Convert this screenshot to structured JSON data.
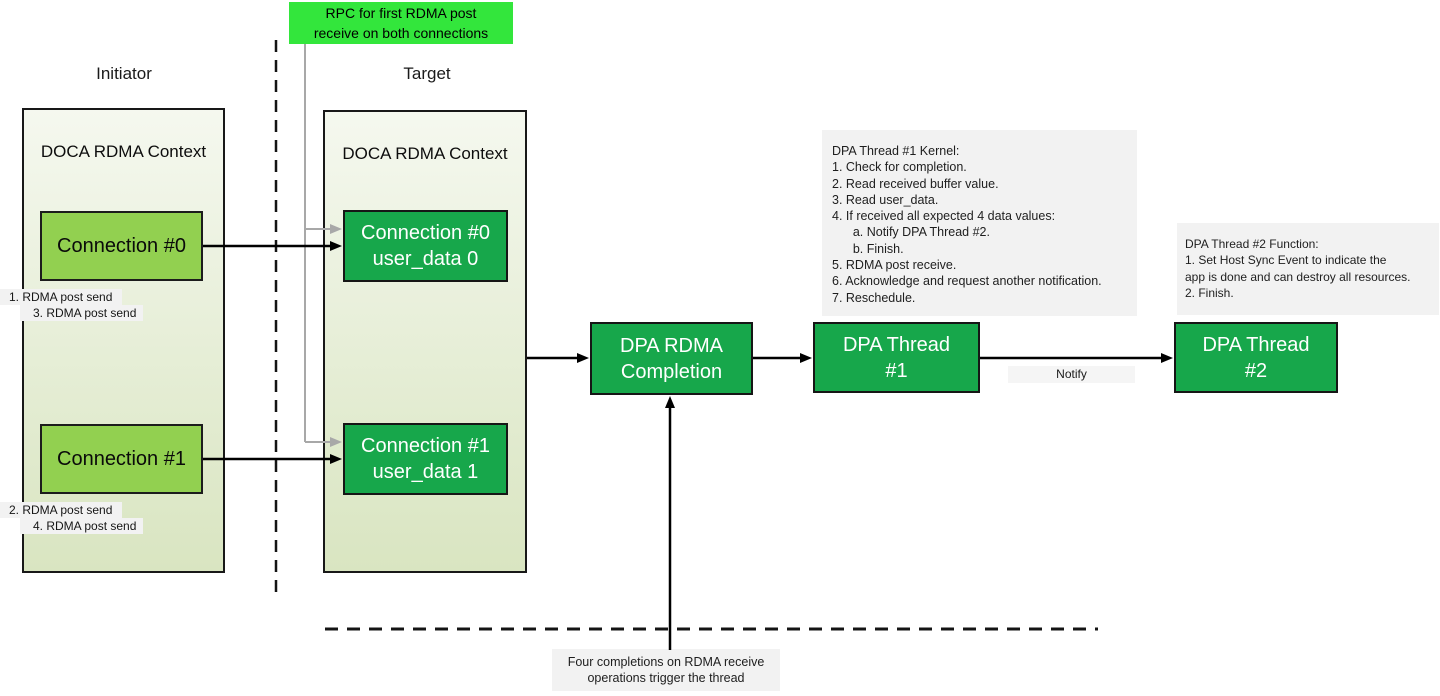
{
  "colors": {
    "initiator-green": "#92d050",
    "target-green": "#17a74b",
    "tooltip-green": "#33e63c",
    "note-bg": "#f2f2f2",
    "ctx-top": "#f5f8ef",
    "ctx-bottom": "#d9e5c1",
    "line-gray": "#a8a8a8"
  },
  "rpc_tooltip": {
    "text": "RPC for first RDMA post\nreceive on both connections"
  },
  "initiator": {
    "label": "Initiator",
    "context_title": "DOCA RDMA Context",
    "connections": [
      {
        "label": "Connection #0",
        "send_steps": [
          "1. RDMA post send",
          "3. RDMA post send"
        ]
      },
      {
        "label": "Connection #1",
        "send_steps": [
          "2. RDMA post send",
          "4. RDMA post send"
        ]
      }
    ]
  },
  "target": {
    "label": "Target",
    "context_title": "DOCA RDMA Context",
    "connections": [
      {
        "label": "Connection #0\nuser_data 0"
      },
      {
        "label": "Connection #1\nuser_data 1"
      }
    ]
  },
  "dpa": {
    "completion_label": "DPA RDMA\nCompletion",
    "thread1_label": "DPA Thread\n#1",
    "thread2_label": "DPA Thread\n#2",
    "notify_label": "Notify"
  },
  "notes": {
    "thread1_kernel": "DPA Thread #1 Kernel:\n1. Check for completion.\n2. Read received buffer value.\n3. Read user_data.\n4. If received all expected 4 data values:\n      a. Notify DPA Thread #2.\n      b. Finish.\n5. RDMA post receive.\n6. Acknowledge and request another notification.\n7. Reschedule.",
    "thread2_function": "DPA Thread #2 Function:\n1. Set Host Sync Event to indicate the\napp is done and can destroy all resources.\n2. Finish.",
    "four_completions": "Four completions on RDMA receive\noperations trigger the thread"
  }
}
